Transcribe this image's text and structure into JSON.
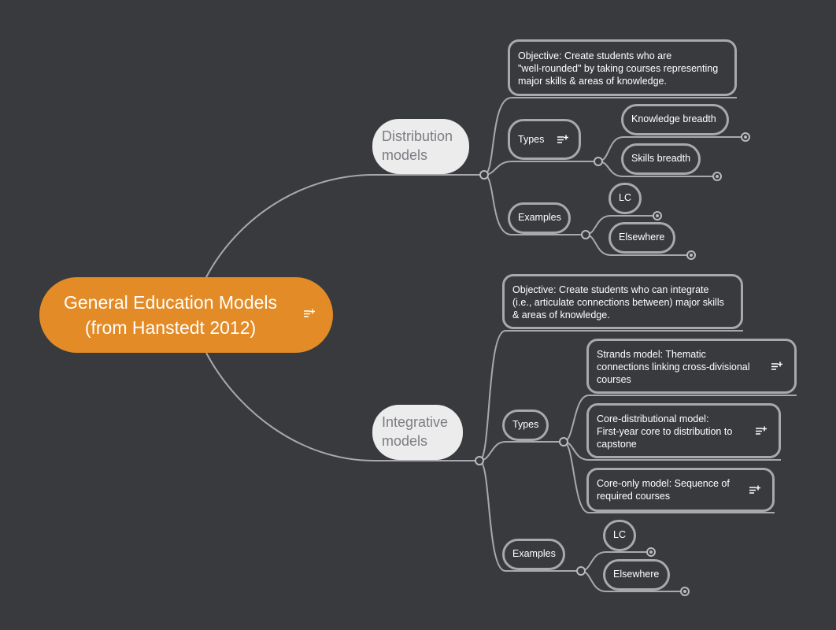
{
  "root": {
    "title_line1": "General Education Models",
    "title_line2": "(from Hanstedt 2012)"
  },
  "distribution": {
    "label_line1": "Distribution",
    "label_line2": "models",
    "objective": [
      "Objective: Create students who are",
      "\"well-rounded\" by taking courses representing",
      "major skills & areas of knowledge."
    ],
    "types_label": "Types",
    "types": [
      "Knowledge breadth",
      "Skills breadth"
    ],
    "examples_label": "Examples",
    "examples": [
      "LC",
      "Elsewhere"
    ]
  },
  "integrative": {
    "label_line1": "Integrative",
    "label_line2": "models",
    "objective": [
      "Objective: Create students who can integrate",
      "(i.e., articulate connections between) major skills",
      "& areas of knowledge."
    ],
    "types_label": "Types",
    "types": [
      [
        "Strands model: Thematic",
        "connections linking cross-divisional",
        "courses"
      ],
      [
        "Core-distributional model:",
        "First-year core to distribution to",
        "capstone"
      ],
      [
        "Core-only model: Sequence of",
        "required courses"
      ]
    ],
    "examples_label": "Examples",
    "examples": [
      "LC",
      "Elsewhere"
    ]
  },
  "colors": {
    "background": "#383a3e",
    "root": "#e38b27",
    "branch": "#ececec",
    "line": "#a7a9ad"
  }
}
